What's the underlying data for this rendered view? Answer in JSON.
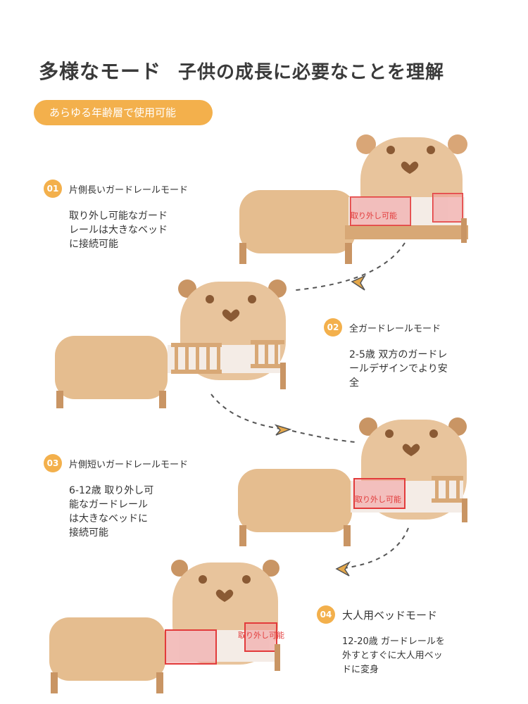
{
  "header": {
    "title": "多様なモード",
    "subtitle": "子供の成長に必要なことを理解"
  },
  "pill": {
    "label": "あらゆる年齢層で使用可能"
  },
  "modes": [
    {
      "number": "01",
      "label": "片側長いガードレールモード",
      "desc": "取り外し可能なガード\nレールは大きなベッド\nに接続可能"
    },
    {
      "number": "02",
      "label": "全ガードレールモード",
      "desc": "2-5歳 双方のガードレ\nールデザインでより安\n全"
    },
    {
      "number": "03",
      "label": "片側短いガードレールモード",
      "desc": "6-12歳 取り外し可\n能なガードレール\nは大きなベッドに\n接続可能"
    },
    {
      "number": "04",
      "label": "大人用ベッドモード",
      "desc": "12-20歳 ガードレールを\n外すとすぐに大人用ベッ\nドに変身"
    }
  ],
  "annotations": {
    "removable_short": "取り外し可能",
    "removable_a": "取り外し可能",
    "removable_b": "取り外し可能"
  },
  "colors": {
    "accent": "#f3b04c",
    "wood_light": "#e6c29a",
    "wood_dark": "#c99564",
    "highlight_red": "#e23b3b"
  }
}
